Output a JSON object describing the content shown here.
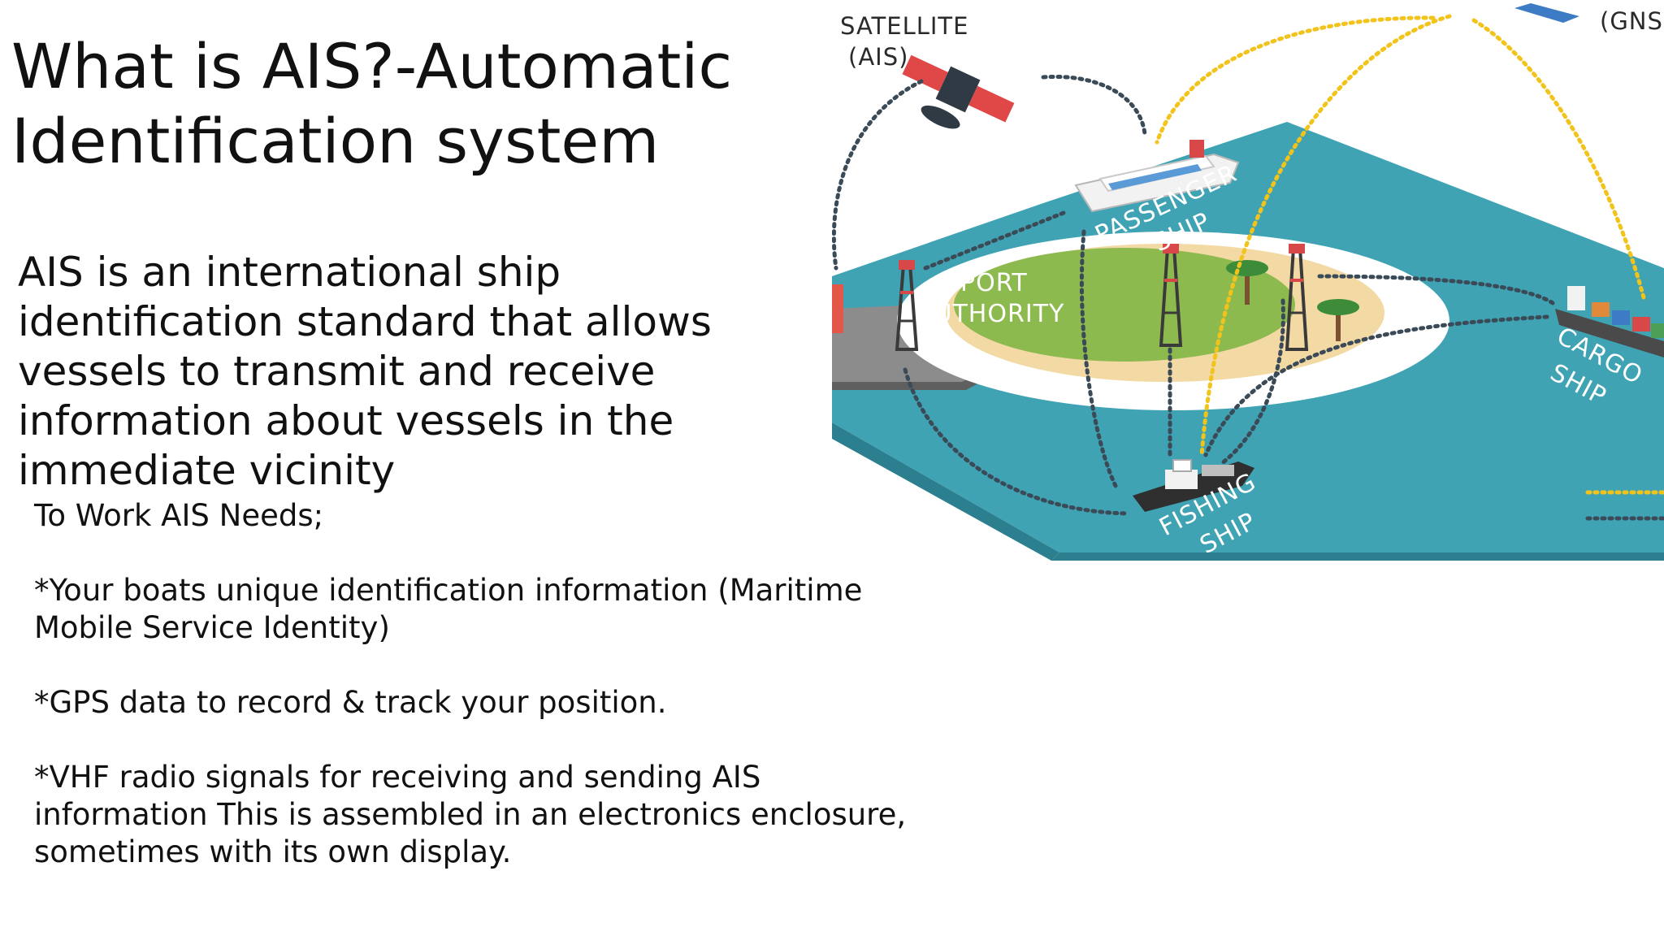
{
  "slide": {
    "title_lines": [
      "What is AIS?-Automatic",
      "Identification system"
    ],
    "intro_lines": [
      "AIS is an international ship",
      "identification standard that allows",
      "vessels to transmit and receive",
      "information about vessels in the",
      "immediate vicinity"
    ],
    "needs": {
      "heading": "To Work AIS Needs;",
      "item1_lines": [
        "*Your boats unique identification information (Maritime",
        "Mobile Service Identity)"
      ],
      "item2_lines": [
        "*GPS data to record & track your position."
      ],
      "item3_lines": [
        "*VHF radio signals for receiving and sending AIS",
        "information This is assembled in an electronics enclosure,",
        "sometimes with its own display."
      ]
    }
  },
  "diagram": {
    "satellite_label": [
      "SATELLITE",
      "(AIS)"
    ],
    "gnss_label": "(GNS",
    "passenger_ship_label": [
      "PASSENGER",
      "SHIP"
    ],
    "port_authority_label": [
      "PORT",
      "AUTHORITY"
    ],
    "cargo_ship_label": [
      "CARGO",
      "SHIP"
    ],
    "fishing_ship_label": [
      "FISHING",
      "SHIP"
    ],
    "colors": {
      "sea": "#3fa3b4",
      "sea_edge": "#2b7f8e",
      "island_grass": "#8dba4f",
      "island_sand": "#f3d9a4",
      "link_dotted_dark": "#3b4a57",
      "link_dotted_yellow": "#f2c31b"
    }
  }
}
